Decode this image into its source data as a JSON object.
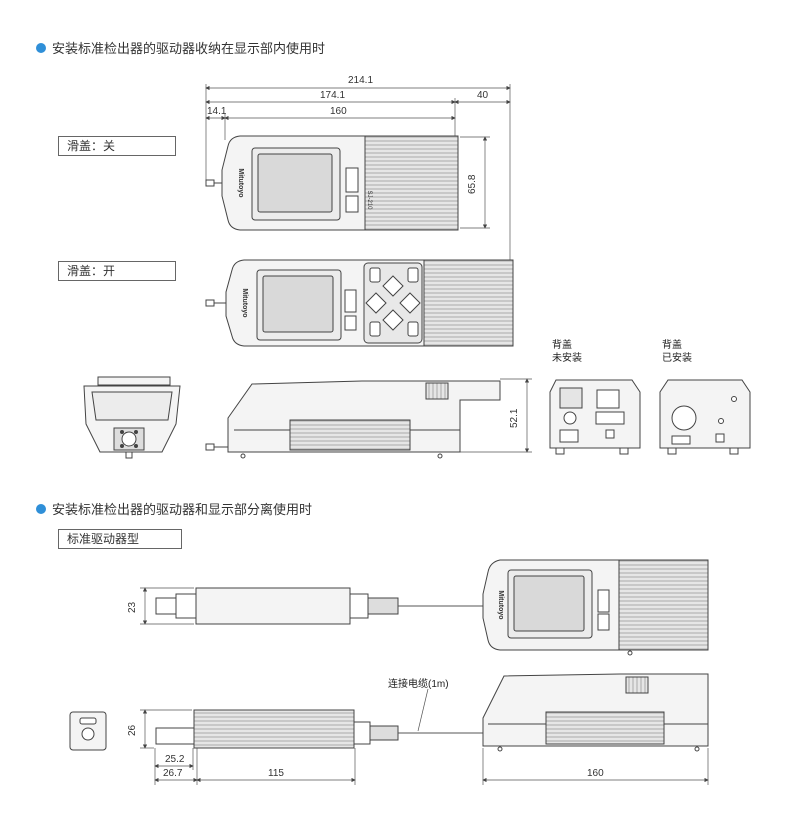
{
  "section1": {
    "title": "安装标准检出器的驱动器收纳在显示部内使用时"
  },
  "section2": {
    "title": "安装标准检出器的驱动器和显示部分离使用时"
  },
  "tags": {
    "cover_closed": "滑盖：关",
    "cover_open": "滑盖：开",
    "standard_drive": "标准驱动器型"
  },
  "rear_views": {
    "cover_removed": [
      "背盖",
      "未安装"
    ],
    "cover_installed": [
      "背盖",
      "已安装"
    ]
  },
  "dimensions": {
    "total_length": "214.1",
    "body_length": "174.1",
    "ext_length": "40",
    "probe_offset": "14.1",
    "display_length": "160",
    "height_top": "65.8",
    "height_side": "52.1",
    "drive_height": "23",
    "drive_side_height": "26",
    "probe_a": "25.2",
    "probe_b": "26.7",
    "drive_length": "115",
    "display_length_2": "160"
  },
  "cable_label": "连接电缆(1m)",
  "device_text": {
    "brand": "Mitutoyo",
    "model": "SJ-210"
  },
  "colors": {
    "accent_dot": "#2f8fd8",
    "line": "#555555",
    "fill": "#f2f2f2"
  }
}
